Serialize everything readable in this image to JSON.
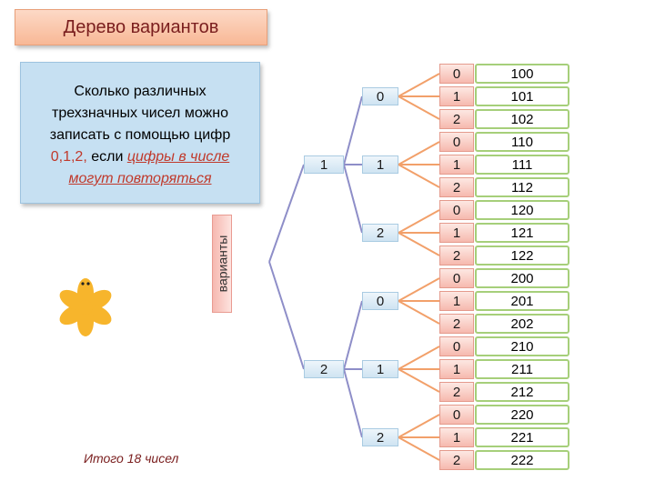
{
  "title": "Дерево вариантов",
  "question": {
    "line1": "Сколько различных",
    "line2": "трехзначных чисел можно",
    "line3": "записать с помощью цифр",
    "digits": "0,1,2,",
    "if_word": " если ",
    "condition_part1": "цифры в числе",
    "condition_part2": "могут повторяться"
  },
  "side_label": "варианты",
  "total": "Итого 18 чисел",
  "colors": {
    "branch": "#8e8ec8",
    "leaf_branch": "#f2a06a",
    "result_border": "#a6cf7a"
  },
  "tree": [
    {
      "label": "1",
      "children": [
        {
          "label": "0",
          "children": [
            {
              "label": "0",
              "result": "100"
            },
            {
              "label": "1",
              "result": "101"
            },
            {
              "label": "2",
              "result": "102"
            }
          ]
        },
        {
          "label": "1",
          "children": [
            {
              "label": "0",
              "result": "110"
            },
            {
              "label": "1",
              "result": "111"
            },
            {
              "label": "2",
              "result": "112"
            }
          ]
        },
        {
          "label": "2",
          "children": [
            {
              "label": "0",
              "result": "120"
            },
            {
              "label": "1",
              "result": "121"
            },
            {
              "label": "2",
              "result": "122"
            }
          ]
        }
      ]
    },
    {
      "label": "2",
      "children": [
        {
          "label": "0",
          "children": [
            {
              "label": "0",
              "result": "200"
            },
            {
              "label": "1",
              "result": "201"
            },
            {
              "label": "2",
              "result": "202"
            }
          ]
        },
        {
          "label": "1",
          "children": [
            {
              "label": "0",
              "result": "210"
            },
            {
              "label": "1",
              "result": "211"
            },
            {
              "label": "2",
              "result": "212"
            }
          ]
        },
        {
          "label": "2",
          "children": [
            {
              "label": "0",
              "result": "220"
            },
            {
              "label": "1",
              "result": "221"
            },
            {
              "label": "2",
              "result": "222"
            }
          ]
        }
      ]
    }
  ]
}
